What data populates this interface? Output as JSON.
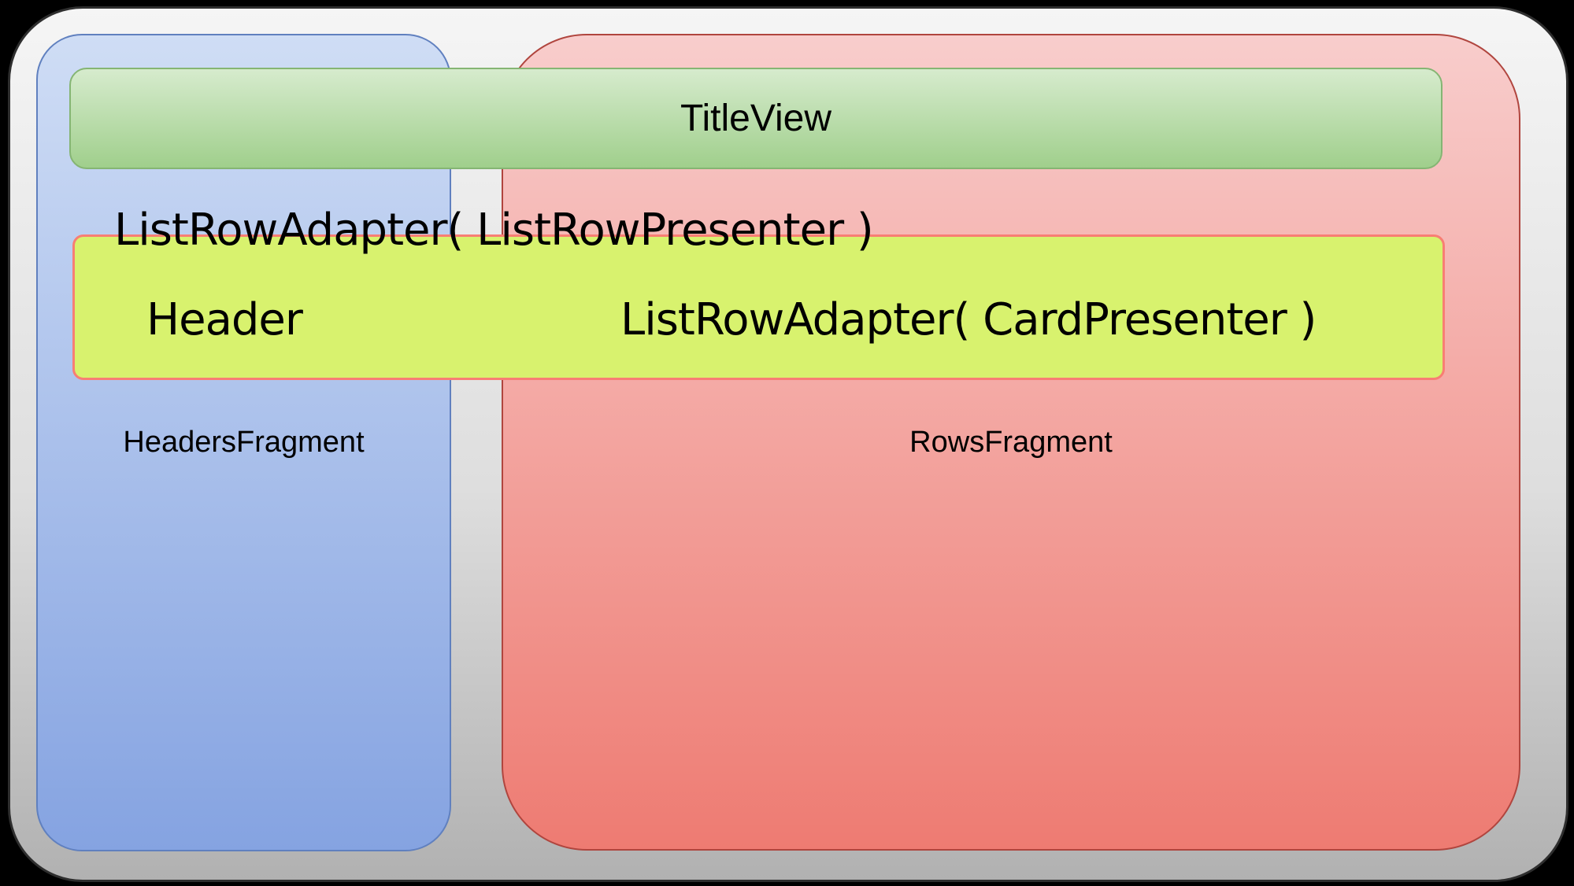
{
  "diagram": {
    "title_bar": {
      "label": "TitleView"
    },
    "headers_panel": {
      "label": "HeadersFragment"
    },
    "rows_panel": {
      "label": "RowsFragment"
    },
    "adapter_expression": "ListRowAdapter( ListRowPresenter )",
    "row_bar": {
      "header_label": "Header",
      "card_expression": "ListRowAdapter( CardPresenter )"
    }
  },
  "colors": {
    "background": "#000000",
    "frame_top": "#f5f5f5",
    "frame_bottom": "#b1b1b1",
    "frame_border": "#2e2e2e",
    "headers_top": "#cfddf5",
    "headers_bottom": "#85a3e1",
    "headers_border": "#6080bf",
    "rows_top": "#f8cdcc",
    "rows_bottom": "#ee7b72",
    "rows_border": "#b0453e",
    "title_top": "#d6ebcd",
    "title_bottom": "#a0cf8c",
    "title_border": "#85b573",
    "row_bar_fill": "#d8f26e",
    "row_bar_border": "#f87e74",
    "text": "#000000"
  }
}
